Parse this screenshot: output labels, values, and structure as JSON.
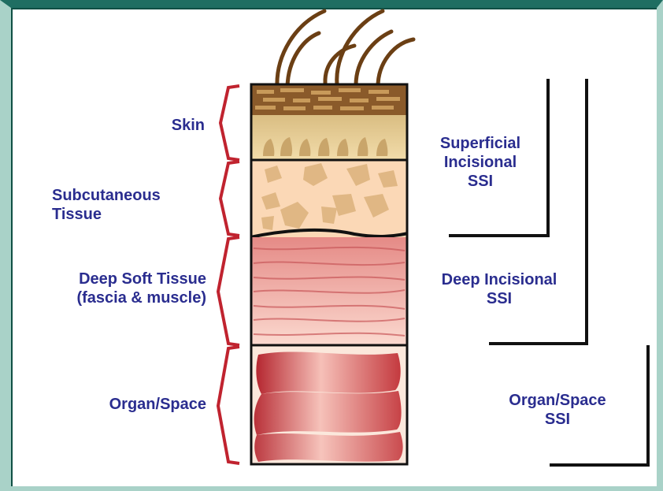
{
  "layers": [
    {
      "id": "skin",
      "label": "Skin"
    },
    {
      "id": "subcutaneous",
      "label": "Subcutaneous\nTissue"
    },
    {
      "id": "deep",
      "label": "Deep Soft Tissue\n(fascia & muscle)"
    },
    {
      "id": "organ",
      "label": "Organ/Space"
    }
  ],
  "ssi": [
    {
      "id": "superficial",
      "label": "Superficial\nIncisional\nSSI"
    },
    {
      "id": "deep",
      "label": "Deep Incisional\nSSI"
    },
    {
      "id": "organ",
      "label": "Organ/Space\nSSI"
    }
  ],
  "colors": {
    "text": "#2a2d8f",
    "bracket": "#c0232f",
    "frame": "#1f6e62",
    "frame_light": "#a9d2c8"
  }
}
